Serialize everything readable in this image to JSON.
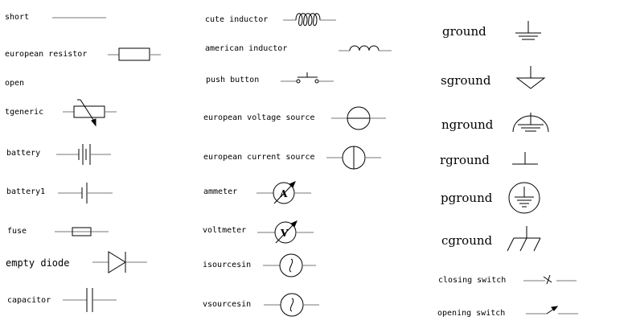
{
  "column_left": {
    "short": "short",
    "european_resistor": "european resistor",
    "open": "open",
    "tgeneric": "tgeneric",
    "battery": "battery",
    "battery1": "battery1",
    "fuse": "fuse",
    "empty_diode": "empty diode",
    "capacitor": "capacitor"
  },
  "column_middle": {
    "cute_inductor": "cute inductor",
    "american_inductor": "american inductor",
    "push_button": "push button",
    "european_voltage_source": "european voltage source",
    "european_current_source": "european current source",
    "ammeter": "ammeter",
    "ammeter_letter": "A",
    "voltmeter": "voltmeter",
    "voltmeter_letter": "V",
    "isourcesin": "isourcesin",
    "vsourcesin": "vsourcesin"
  },
  "column_right": {
    "ground": "ground",
    "sground": "sground",
    "nground": "nground",
    "rground": "rground",
    "pground": "pground",
    "cground": "cground",
    "closing_switch": "closing switch",
    "opening_switch": "opening switch"
  }
}
